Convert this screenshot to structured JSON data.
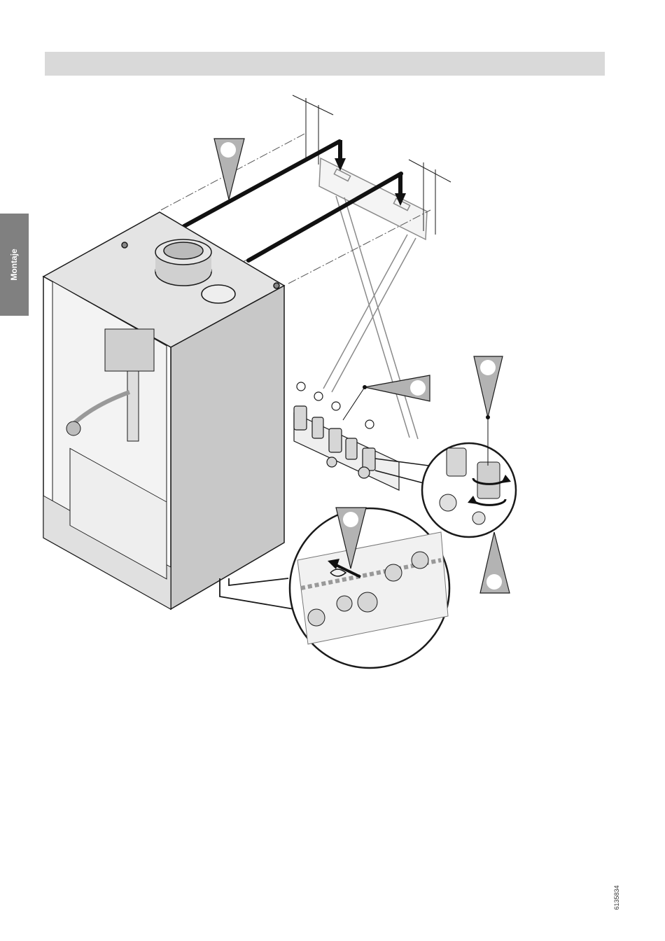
{
  "header": {
    "bar_color": "#d9d9d9"
  },
  "side_tab": {
    "label": "Montaje",
    "color": "#808080"
  },
  "figure": {
    "step_markers": [
      "marker-1",
      "marker-2",
      "marker-3",
      "marker-4",
      "marker-5"
    ],
    "colors": {
      "line": "#1a1a1a",
      "boiler_side": "#c8c8c8",
      "boiler_top": "#e4e4e4",
      "marker": "#b3b3b3"
    }
  },
  "doc_number": "6135834"
}
